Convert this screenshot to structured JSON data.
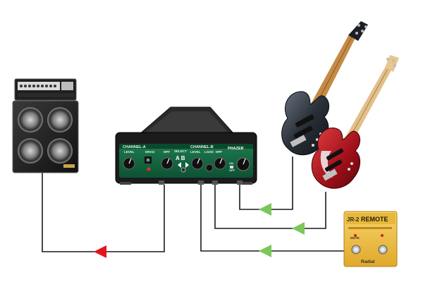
{
  "diagram": {
    "devices": {
      "bass_amp": {
        "name": "bass amplifier stack"
      },
      "switcher": {
        "name": "Radial JX-2 style A/B switcher",
        "channel_a_label": "CHANNEL-A",
        "channel_b_label": "CHANNEL-B",
        "select_label": "SELECT",
        "ab_label": "A B",
        "phazer_label": "PHAZER",
        "level_label": "LEVEL",
        "drag_label": "DRAG",
        "hpf_label": "HPF",
        "load_label": "LOAD",
        "on_label": "ON",
        "off_label": "OFF"
      },
      "bass_guitar_black": {
        "name": "black 5-string bass"
      },
      "bass_guitar_red": {
        "name": "red 4-string bass"
      },
      "remote": {
        "name": "JR-2 Remote footswitch",
        "title": "JR-2",
        "subtitle": "REMOTE",
        "mute_label": "MUTE",
        "brand": "Radial"
      }
    },
    "signal_flow": {
      "input_arrow_color": "#7dc75a",
      "output_arrow_color": "#e3141b",
      "wire_color": "#1a1a1a"
    }
  }
}
